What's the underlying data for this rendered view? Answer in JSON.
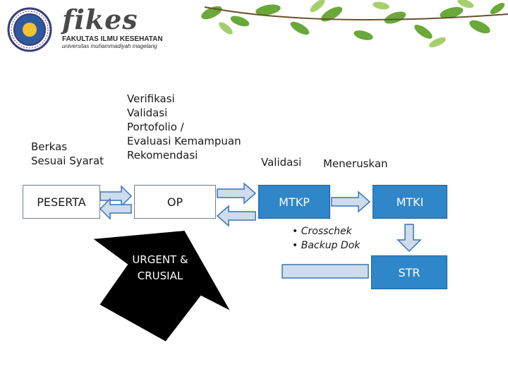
{
  "header": {
    "logo_text": "fikes",
    "faculty": "FAKULTAS ILMU KESEHATAN",
    "university": "universitas muhammadiyah magelang"
  },
  "diagram": {
    "berkas_lines": [
      "Berkas",
      "Sesuai Syarat"
    ],
    "op_steps": [
      "Verifikasi",
      "Validasi",
      "Portofolio /",
      "Evaluasi Kemampuan",
      "Rekomendasi"
    ],
    "validasi_label": "Validasi",
    "meneruskan_label": "Meneruskan",
    "peserta_label": "PESERTA",
    "op_label": "OP",
    "mtkp_label": "MTKP",
    "mtki_label": "MTKI",
    "str_label": "STR",
    "mtkp_bullets": [
      "Crosschek",
      "Backup Dok"
    ],
    "urgent_lines": [
      "URGENT &",
      "CRUSIAL"
    ]
  },
  "colors": {
    "accent_blue": "#2f86c9",
    "arrow_fill": "#cfdcec",
    "arrow_stroke": "#3a74b5",
    "urgent_fill": "#000000"
  }
}
